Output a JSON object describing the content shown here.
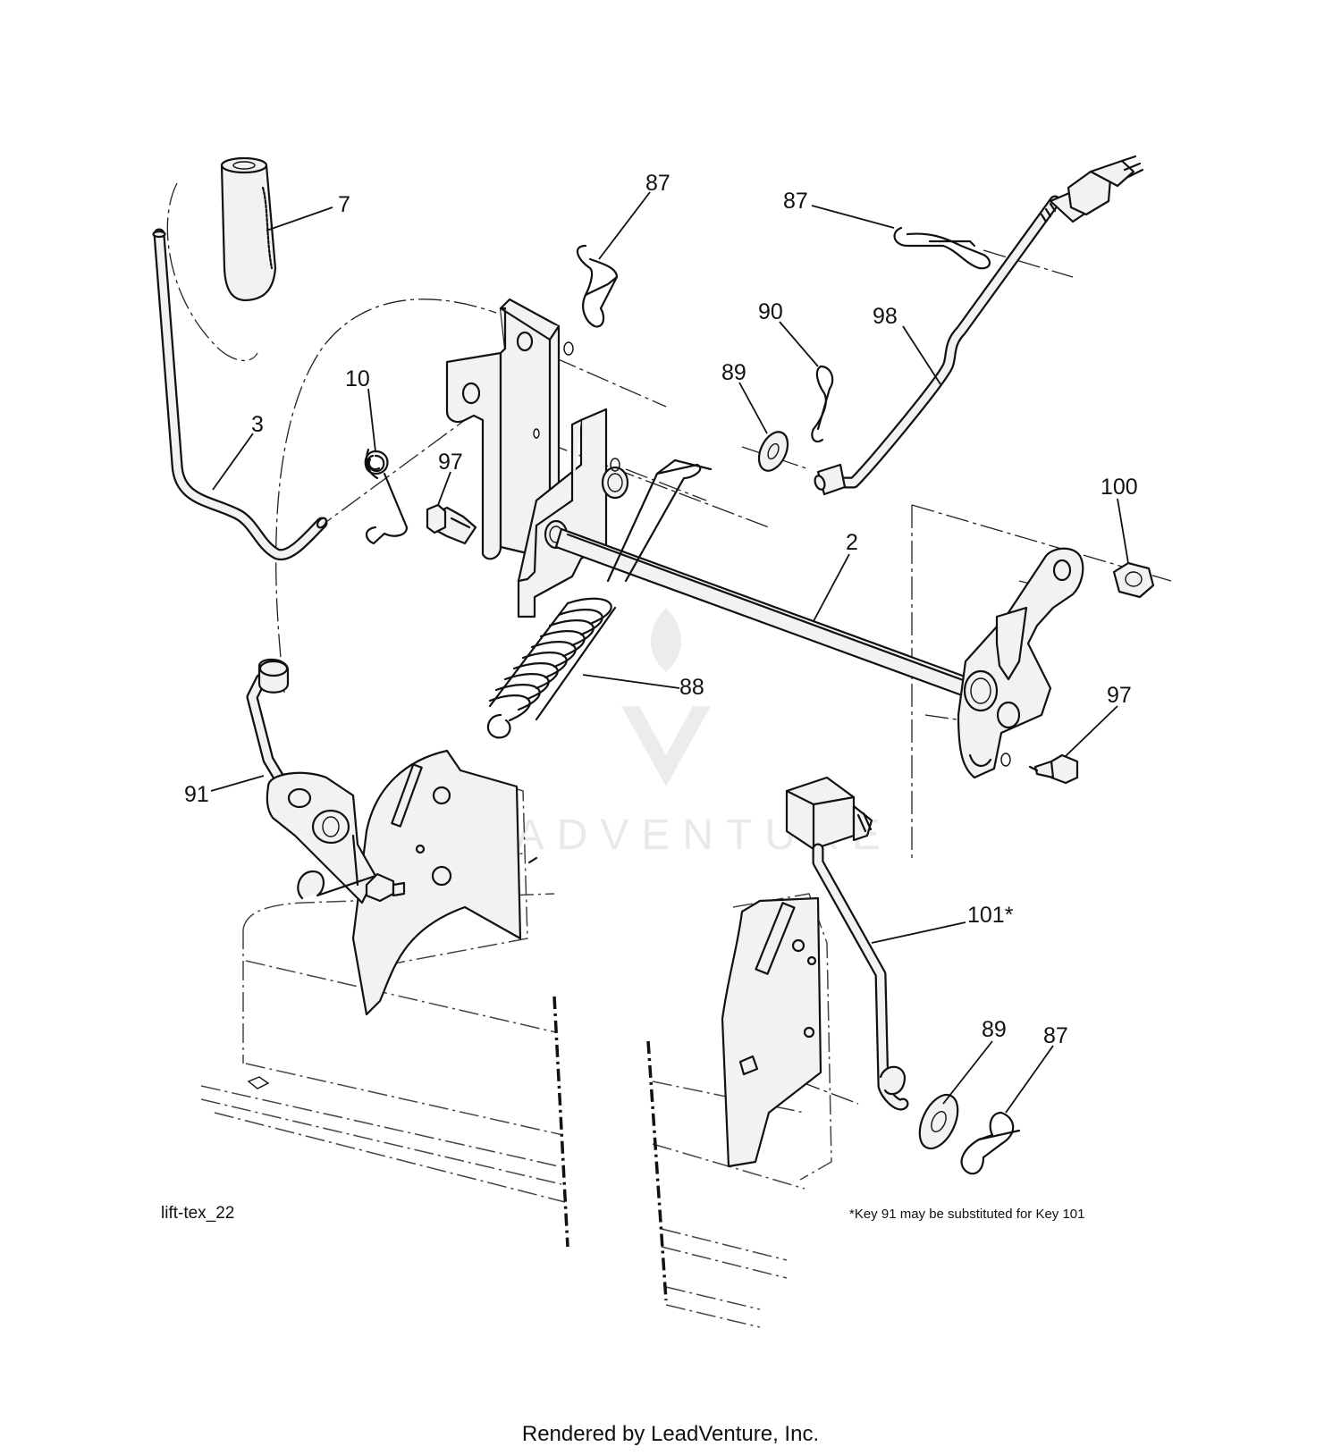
{
  "diagram": {
    "drawing_id": "lift-tex_22",
    "footnote": "*Key 91 may be substituted for Key 101",
    "rendered_by": "Rendered by LeadVenture, Inc.",
    "watermark": "LEADVENTURE",
    "callouts": [
      {
        "id": "c7",
        "label": "7"
      },
      {
        "id": "c87a",
        "label": "87"
      },
      {
        "id": "c87b",
        "label": "87"
      },
      {
        "id": "c10",
        "label": "10"
      },
      {
        "id": "c3",
        "label": "3"
      },
      {
        "id": "c97a",
        "label": "97"
      },
      {
        "id": "c90",
        "label": "90"
      },
      {
        "id": "c98",
        "label": "98"
      },
      {
        "id": "c89a",
        "label": "89"
      },
      {
        "id": "c100",
        "label": "100"
      },
      {
        "id": "c2",
        "label": "2"
      },
      {
        "id": "c88",
        "label": "88"
      },
      {
        "id": "c97b",
        "label": "97"
      },
      {
        "id": "c91",
        "label": "91"
      },
      {
        "id": "c101",
        "label": "101*"
      },
      {
        "id": "c89b",
        "label": "89"
      },
      {
        "id": "c87c",
        "label": "87"
      }
    ]
  }
}
